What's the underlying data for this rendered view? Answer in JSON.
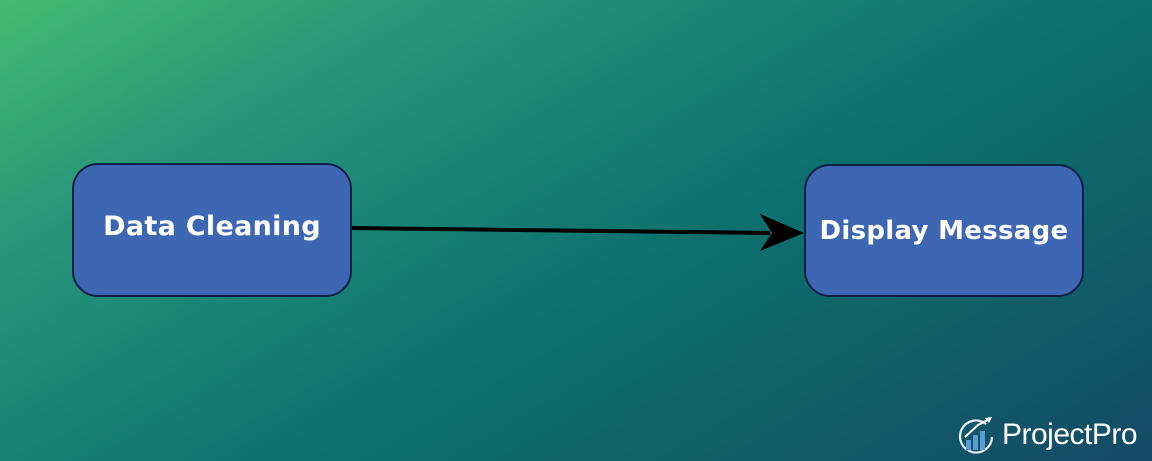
{
  "diagram": {
    "nodes": [
      {
        "id": "data-cleaning",
        "label": "Data Cleaning"
      },
      {
        "id": "display-message",
        "label": "Display Message"
      }
    ],
    "edges": [
      {
        "from": "data-cleaning",
        "to": "display-message",
        "style": "solid-arrow"
      }
    ],
    "colors": {
      "node_fill": "#3d67b3",
      "node_border": "#0f1f45",
      "node_text": "#ffffff",
      "edge": "#000000",
      "background_start": "#44bb70",
      "background_end": "#144a66"
    }
  },
  "branding": {
    "logo_text": "ProjectPro",
    "logo_icon": "chart-growth-icon"
  }
}
